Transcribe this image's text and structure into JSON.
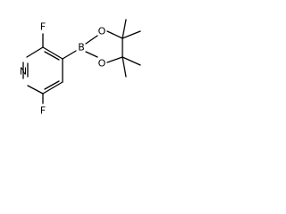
{
  "molecule": {
    "atoms": {
      "fluorine_top": "F",
      "fluorine_bottom": "F",
      "boron": "B",
      "oxygen_upper": "O",
      "oxygen_lower": "O",
      "nitrogen": "N"
    },
    "colors": {
      "bond": "#000000",
      "label": "#000000",
      "background": "#ffffff"
    }
  }
}
